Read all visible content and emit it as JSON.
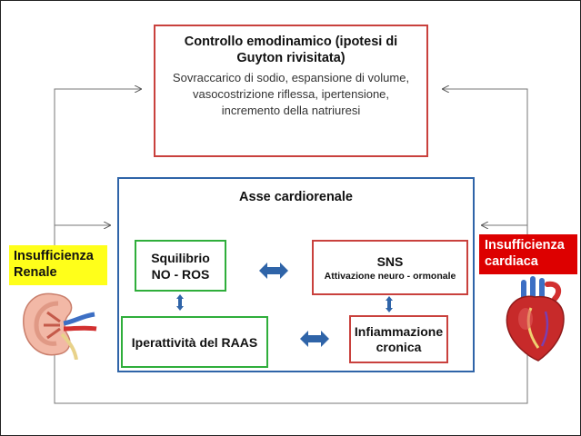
{
  "top_box": {
    "title": "Controllo emodinamico (ipotesi di Guyton rivisitata)",
    "text": "Sovraccarico di sodio, espansione di volume, vasocostrizione riflessa, ipertensione, incremento della natriuresi"
  },
  "axis": {
    "title": "Asse cardiorenale",
    "nodes": {
      "squilibrio_line1": "Squilibrio",
      "squilibrio_line2": "NO - ROS",
      "sns_line1": "SNS",
      "sns_line2": "Attivazione neuro - ormonale",
      "raas": "Iperattività del RAAS",
      "infiammazione_line1": "Infiammazione",
      "infiammazione_line2": "cronica"
    }
  },
  "labels": {
    "renal": "Insufficienza Renale",
    "cardiac": "Insufficienza cardiaca"
  },
  "colors": {
    "red_border": "#c9413d",
    "blue_border": "#2f64a8",
    "green_border": "#2fae3b",
    "yellow_label": "#ffff1a",
    "red_label": "#dd0000",
    "arrow_blue": "#2f64a8"
  },
  "icons": {
    "left": "kidney-icon",
    "right": "heart-icon"
  }
}
